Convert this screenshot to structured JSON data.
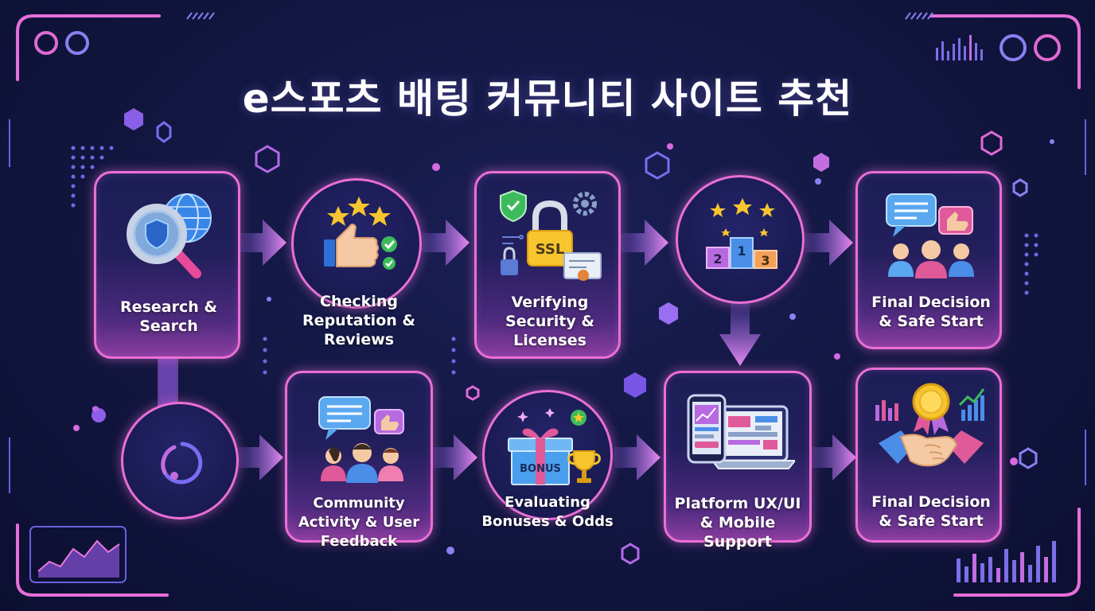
{
  "title": "e스포츠 배팅 커뮤니티 사이트 추천",
  "steps": [
    {
      "label": "Research & Search",
      "icon": "magnifier-shield-globe-icon"
    },
    {
      "label": "Checking Reputation & Reviews",
      "icon": "thumbs-up-stars-icon"
    },
    {
      "label": "Verifying Security & Licenses",
      "icon": "ssl-lock-certificate-icon"
    },
    {
      "label": "",
      "icon": "podium-stars-icon"
    },
    {
      "label": "Final Decision & Safe Start",
      "icon": "chat-people-icon"
    },
    {
      "label": "",
      "icon": "loop-ring-icon"
    },
    {
      "label": "Community Activity & User Feedback",
      "icon": "community-chat-icon"
    },
    {
      "label": "Evaluating Bonuses & Odds",
      "icon": "bonus-gift-trophy-icon"
    },
    {
      "label": "Platform UX/UI & Mobile Support",
      "icon": "phone-laptop-icon"
    },
    {
      "label": "Final Decision & Safe Start",
      "icon": "handshake-medal-icon"
    }
  ],
  "icon_text": {
    "ssl": "SSL",
    "bonus": "BONUS",
    "podium_1": "1",
    "podium_2": "2",
    "podium_3": "3"
  },
  "colors": {
    "accent": "#ea6fd6",
    "arrow": "#e48ef0",
    "background": "#141845",
    "star": "#f7c52e",
    "check": "#3dbb5c"
  }
}
